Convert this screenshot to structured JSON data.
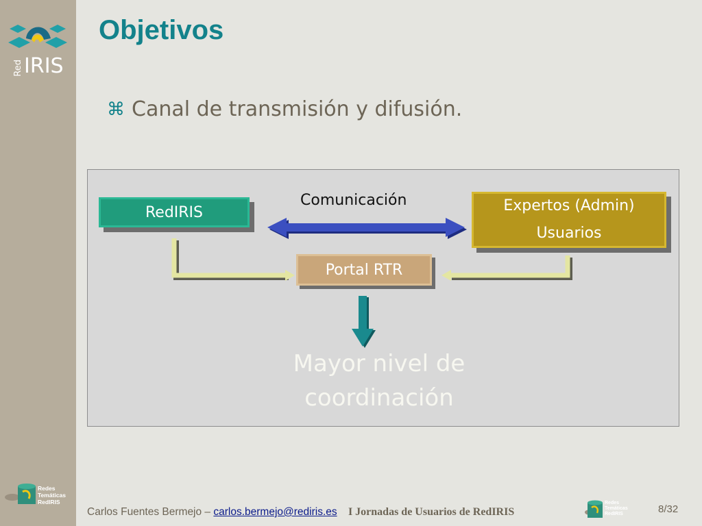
{
  "brand": {
    "logo_prefix": "Red",
    "logo_main": "IRIS",
    "rt_lines": [
      "Redes",
      "Temáticas",
      "RedIRIS"
    ]
  },
  "slide": {
    "title": "Objetivos",
    "bullet_icon": "command-icon",
    "bullet_glyph": "⌘",
    "bullet": "Canal de transmisión y difusión."
  },
  "diagram": {
    "node_rediris": "RedIRIS",
    "node_experts_line1": "Expertos (Admin)",
    "node_experts_line2": "Usuarios",
    "node_portal": "Portal RTR",
    "edge_label": "Comunicación",
    "result_line1": "Mayor nivel de",
    "result_line2": "coordinación",
    "colors": {
      "rediris": "#209c7c",
      "experts": "#b6961c",
      "portal": "#c9a67a",
      "comm_arrow": "#2d3ca0",
      "down_arrow": "#1a8a8e",
      "connector": "#e0e29a"
    }
  },
  "footer": {
    "author": "Carlos Fuentes Bermejo –",
    "email": "carlos.bermejo@rediris.es",
    "event": "I Jornadas de Usuarios de RedIRIS",
    "page": "8/32"
  }
}
